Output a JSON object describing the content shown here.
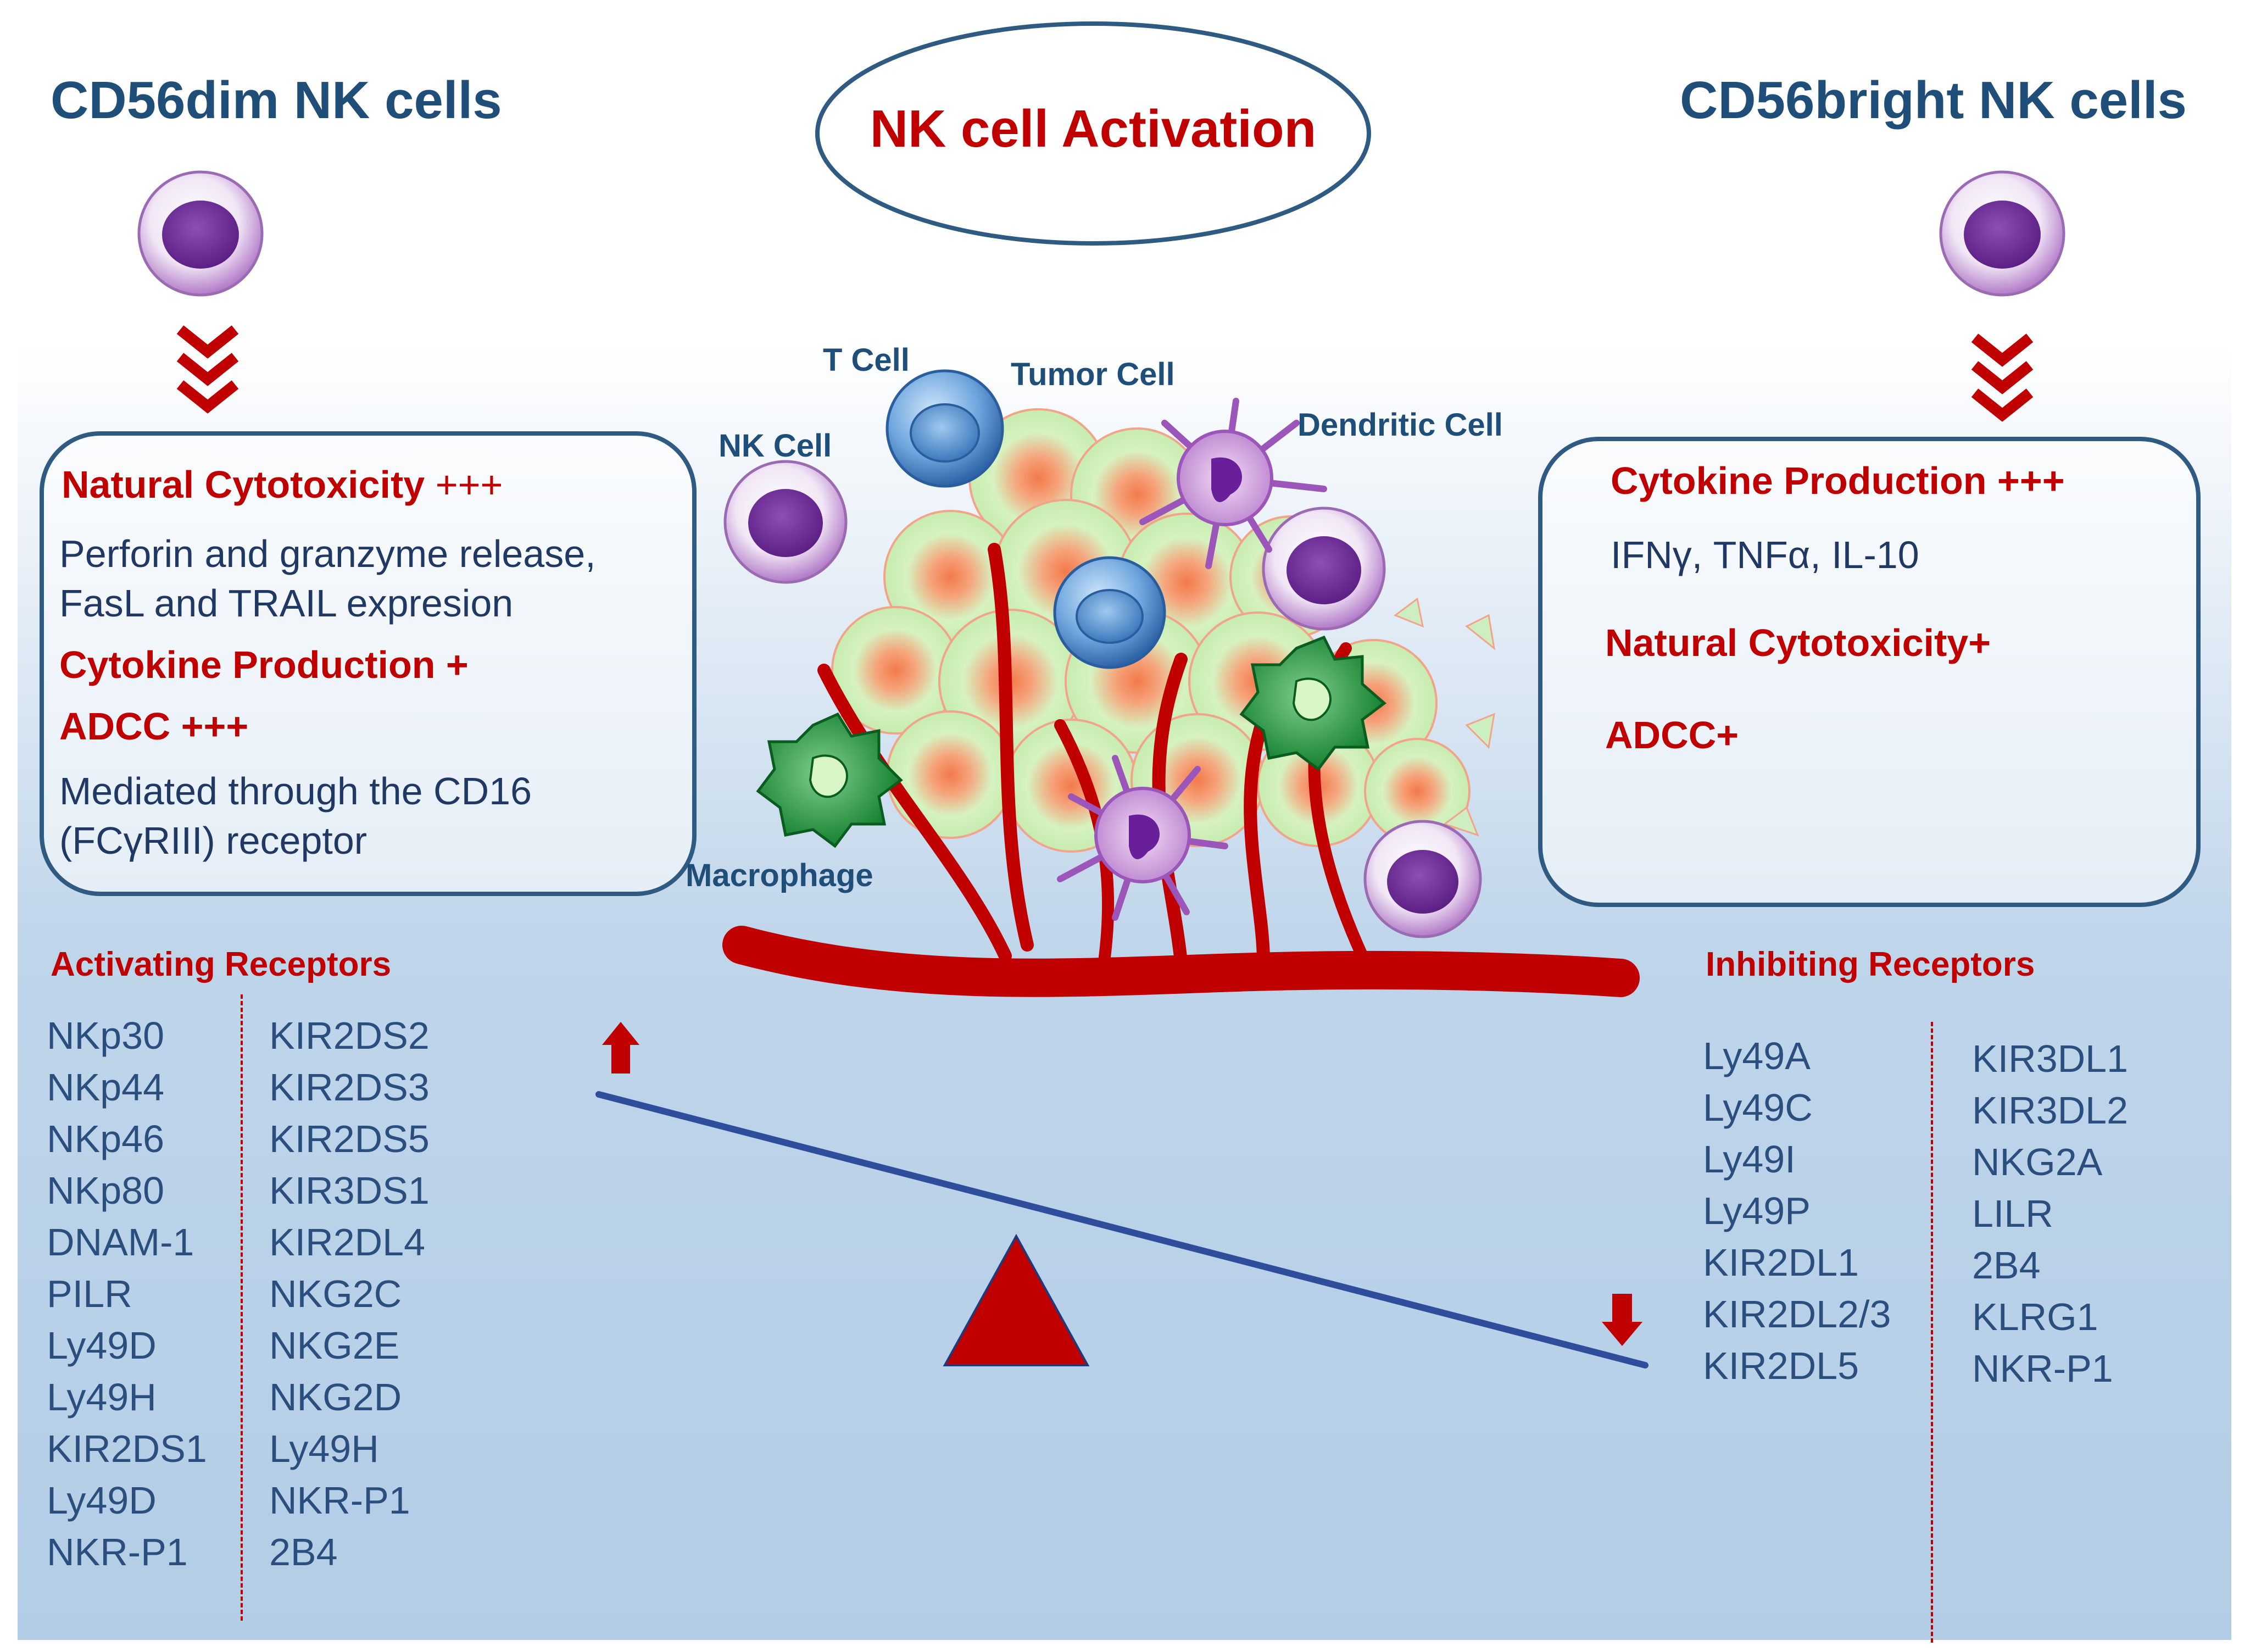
{
  "header": {
    "left_title": "CD56dim NK cells",
    "right_title": "CD56bright NK cells",
    "center_title": "NK cell Activation"
  },
  "dim_box": {
    "heading1": "Natural Cytotoxicity",
    "heading1_suffix": "+++",
    "detail1_line1": "Perforin and granzyme release,",
    "detail1_line2": "FasL and TRAIL expresion",
    "heading2": "Cytokine Production +",
    "heading3": "ADCC +++",
    "detail3_line1": "Mediated through the CD16",
    "detail3_line2": "(FCγRIII) receptor"
  },
  "bright_box": {
    "heading1": "Cytokine Production +++",
    "detail1": "IFNγ, TNFα, IL-10",
    "heading2": "Natural Cytotoxicity+",
    "heading3": "ADCC+"
  },
  "cell_labels": {
    "t_cell": "T Cell",
    "tumor_cell": "Tumor Cell",
    "dendritic_cell": "Dendritic Cell",
    "nk_cell": "NK Cell",
    "macrophage": "Macrophage"
  },
  "activating": {
    "title": "Activating Receptors",
    "col1": [
      "NKp30",
      "NKp44",
      "NKp46",
      "NKp80",
      "DNAM-1",
      "PILR",
      "Ly49D",
      "Ly49H",
      "KIR2DS1",
      "Ly49D",
      "NKR-P1"
    ],
    "col2": [
      "KIR2DS2",
      "KIR2DS3",
      "KIR2DS5",
      "KIR3DS1",
      "KIR2DL4",
      "NKG2C",
      "NKG2E",
      "NKG2D",
      "Ly49H",
      "NKR-P1",
      "2B4"
    ]
  },
  "inhibiting": {
    "title": "Inhibiting Receptors",
    "col1": [
      "Ly49A",
      "Ly49C",
      "Ly49I",
      "Ly49P",
      "KIR2DL1",
      "KIR2DL2/3",
      "KIR2DL5"
    ],
    "col2": [
      "KIR3DL1",
      "KIR3DL2",
      "NKG2A",
      "LILR",
      "2B4",
      "KLRG1",
      "NKR-P1"
    ]
  },
  "colors": {
    "title_blue": "#1f4e79",
    "accent_red": "#c00000",
    "nk_purple": "#7030a0",
    "tumor_green": "#ccf0b8",
    "vessel_red": "#c00000",
    "balance_blue": "#2e4d9b"
  }
}
